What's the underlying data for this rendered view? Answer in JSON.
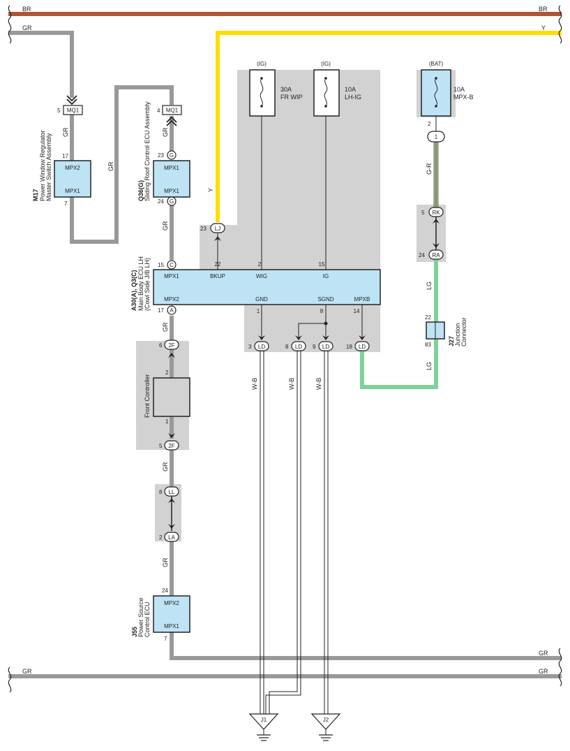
{
  "wires": {
    "br_top_left": "BR",
    "br_top_right": "BR",
    "gr_top_left": "GR",
    "y_top_right": "Y",
    "gr_m17_mid": "GR",
    "gr_loop": "GR",
    "gr_q36_top": "GR",
    "y_vertical": "Y",
    "gr_q36_bottom": "GR",
    "gr_a30_bottom": "GR",
    "gr_fc_bottom": "GR",
    "gr_j55_top": "GR",
    "wb_1": "W-B",
    "wb_2": "W-B",
    "wb_3": "W-B",
    "gr_red": "G-R",
    "lg_1": "LG",
    "lg_2": "LG",
    "gr_bot1_right": "GR",
    "gr_bot2_left": "GR",
    "gr_bot2_right": "GR"
  },
  "fuses": {
    "fr_wip": {
      "source": "(IG)",
      "rating": "30A",
      "name": "FR WIP"
    },
    "lh_ig": {
      "source": "(IG)",
      "rating": "10A",
      "name": "LH-IG"
    },
    "mpx_b": {
      "source": "(BAT)",
      "rating": "10A",
      "name": "MPX-B"
    }
  },
  "components": {
    "m17": {
      "code": "M17",
      "name1": "Power Window Regulator",
      "name2": "Master Switch Assembly",
      "t1": "MPX2",
      "t2": "MPX1",
      "pin_top": "17",
      "pin_bottom": "7"
    },
    "q36": {
      "code": "Q36(G)",
      "name1": "Sliding Roof Control ECU Assembly",
      "t1": "MPX1",
      "t2": "MPX1",
      "pin_top": "23",
      "pin_bottom": "24",
      "conn_top": "G",
      "conn_bottom": "G"
    },
    "a30": {
      "code": "A30(A), Q3(C)",
      "name1": "Main Body ECU LH",
      "name2": "(Cowl Side J/B LH)",
      "top_pins": [
        "15",
        "22",
        "2",
        "15"
      ],
      "top_terms": [
        "MPX1",
        "BKUP",
        "WIG",
        "IG"
      ],
      "bottom_pins": [
        "17",
        "1",
        "8",
        "14"
      ],
      "bottom_terms": [
        "MPX2",
        "GND",
        "SGND",
        "MPXB"
      ],
      "conn_top": "C",
      "conn_bottom": "A"
    },
    "front_controller": {
      "name": "Front Controller",
      "pin_top": "2",
      "pin_bottom": "1"
    },
    "j55": {
      "code": "J55",
      "name1": "Power Source",
      "name2": "Control ECU",
      "t1": "MPX2",
      "t2": "MPX1",
      "pin_top": "24",
      "pin_bottom": "7"
    },
    "j27": {
      "code": "J27",
      "name1": "Junction",
      "name2": "Connector",
      "pin_top": "22",
      "pin_bottom": "83"
    }
  },
  "connectors": {
    "mq1_left": {
      "label": "MQ1",
      "pin": "5"
    },
    "mq1_right": {
      "label": "MQ1",
      "pin": "4"
    },
    "lj": {
      "label": "LJ",
      "pin": "23"
    },
    "ld_3": {
      "label": "LD",
      "pin": "3"
    },
    "ld_8": {
      "label": "LD",
      "pin": "8"
    },
    "ld_9": {
      "label": "LD",
      "pin": "9"
    },
    "ld_18": {
      "label": "LD",
      "pin": "18"
    },
    "c_2f_top": {
      "label": "2F",
      "pin": "6"
    },
    "c_2f_bottom": {
      "label": "2F",
      "pin": "5"
    },
    "ll": {
      "label": "LL",
      "pin": "8"
    },
    "la": {
      "label": "LA",
      "pin": "2"
    },
    "rk": {
      "label": "RK",
      "pin": "5"
    },
    "ra": {
      "label": "RA",
      "pin": "24"
    },
    "bat_junction": {
      "label": "1",
      "pin": "2"
    }
  },
  "grounds": {
    "j1": "J1",
    "j2": "J2"
  },
  "colors": {
    "br": "#b0552f",
    "y": "#ffdd00",
    "gr": "#999999",
    "lg": "#7fd19a",
    "ecu": "#bde3f5",
    "shade": "#d2d2d2"
  }
}
